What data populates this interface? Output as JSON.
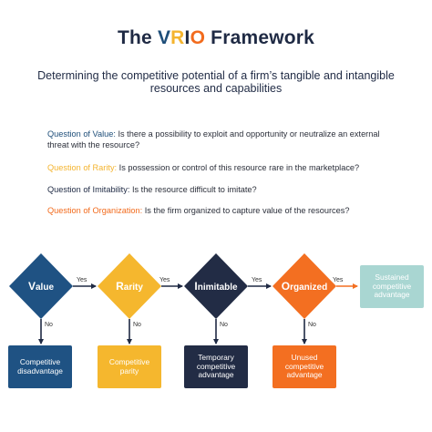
{
  "title": {
    "part1": "The ",
    "v": "V",
    "r": "R",
    "i": "I",
    "o": "O",
    "part2": " Framework"
  },
  "subtitle": "Determining the competitive potential of a firm’s tangible and intangible resources and capabilities",
  "questions": [
    {
      "label": "Question of Value:",
      "text": " Is there a possibility to exploit and opportunity or neutralize an external threat with the resource?"
    },
    {
      "label": "Question of Rarity:",
      "text": " Is possession or control of this resource rare in the marketplace?"
    },
    {
      "label": "Question of Imitability:",
      "text": " Is the resource difficult to imitate?"
    },
    {
      "label": "Question of Organization:",
      "text": " Is the firm organized to capture value of the resources?"
    }
  ],
  "flow": {
    "nodes": [
      {
        "first": "V",
        "rest": "alue",
        "color": "#1f5283"
      },
      {
        "first": "R",
        "rest": "arity",
        "color": "#f5b72e"
      },
      {
        "first": "I",
        "rest": "nimitable",
        "color": "#222c45"
      },
      {
        "first": "O",
        "rest": "rganized",
        "color": "#f36f21"
      }
    ],
    "yes_label": "Yes",
    "no_label": "No",
    "outcomes": [
      "Competitive disadvantage",
      "Competitive parity",
      "Temporary competitive advantage",
      "Unused competitive advantage"
    ],
    "final_outcome": "Sustained competitive advantage",
    "arrow_color": "#1f2a44"
  }
}
